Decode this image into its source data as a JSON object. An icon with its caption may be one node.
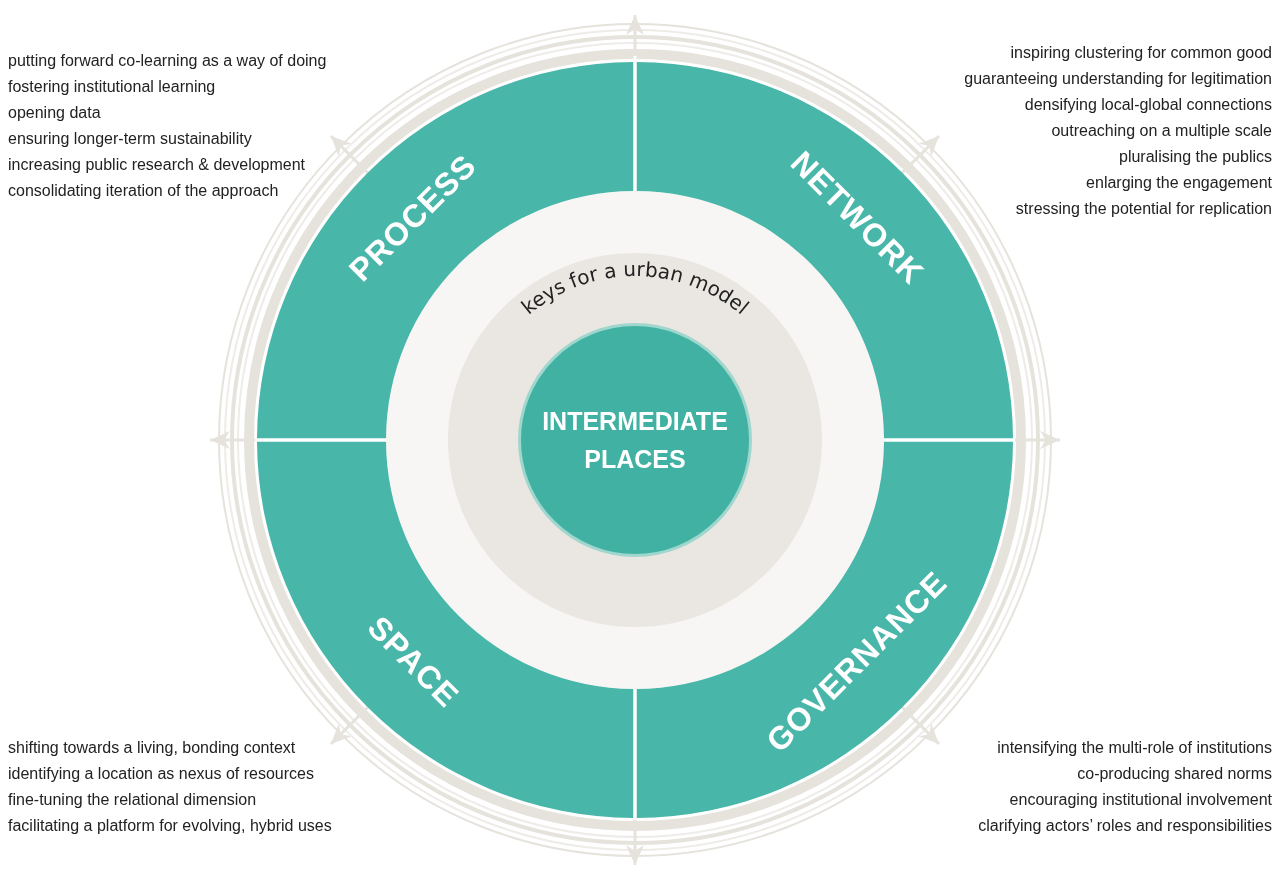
{
  "diagram": {
    "nodes": [
      {
        "text": [
          "PROCESS"
        ],
        "beside": [
          "putting forward co-learning as a way of doing",
          "fostering institutional learning",
          "opening data",
          "ensuring longer-term sustainability",
          "increasing public research & development",
          "consolidating iteration of the approach"
        ]
      },
      {
        "text": [
          "NETWORK"
        ],
        "beside": [
          "inspiring clustering for common good",
          "guaranteeing understanding for legitimation",
          "densifying local-global connections",
          "outreaching on a multiple scale",
          "pluralising the publics",
          "enlarging the engagement",
          "stressing the potential for replication"
        ]
      },
      {
        "text": [
          "keys for a urban model"
        ]
      },
      {
        "text": [
          "INTERMEDIATE PLACES"
        ],
        "in": 2
      },
      {
        "text": [
          "SPACE"
        ],
        "beside": [
          "shifting towards a living, bonding context",
          "identifying a location as nexus of resources",
          "fine-tuning the relational dimension",
          "facilitating a platform for evolving, hybrid uses"
        ]
      },
      {
        "text": [
          "GOVERNANCE"
        ],
        "beside": [
          "intensifying the multi-role of institutions",
          "co-producing shared norms",
          "encouraging institutional involvement",
          "clarifying actors’ roles and responsibilities"
        ]
      }
    ]
  }
}
